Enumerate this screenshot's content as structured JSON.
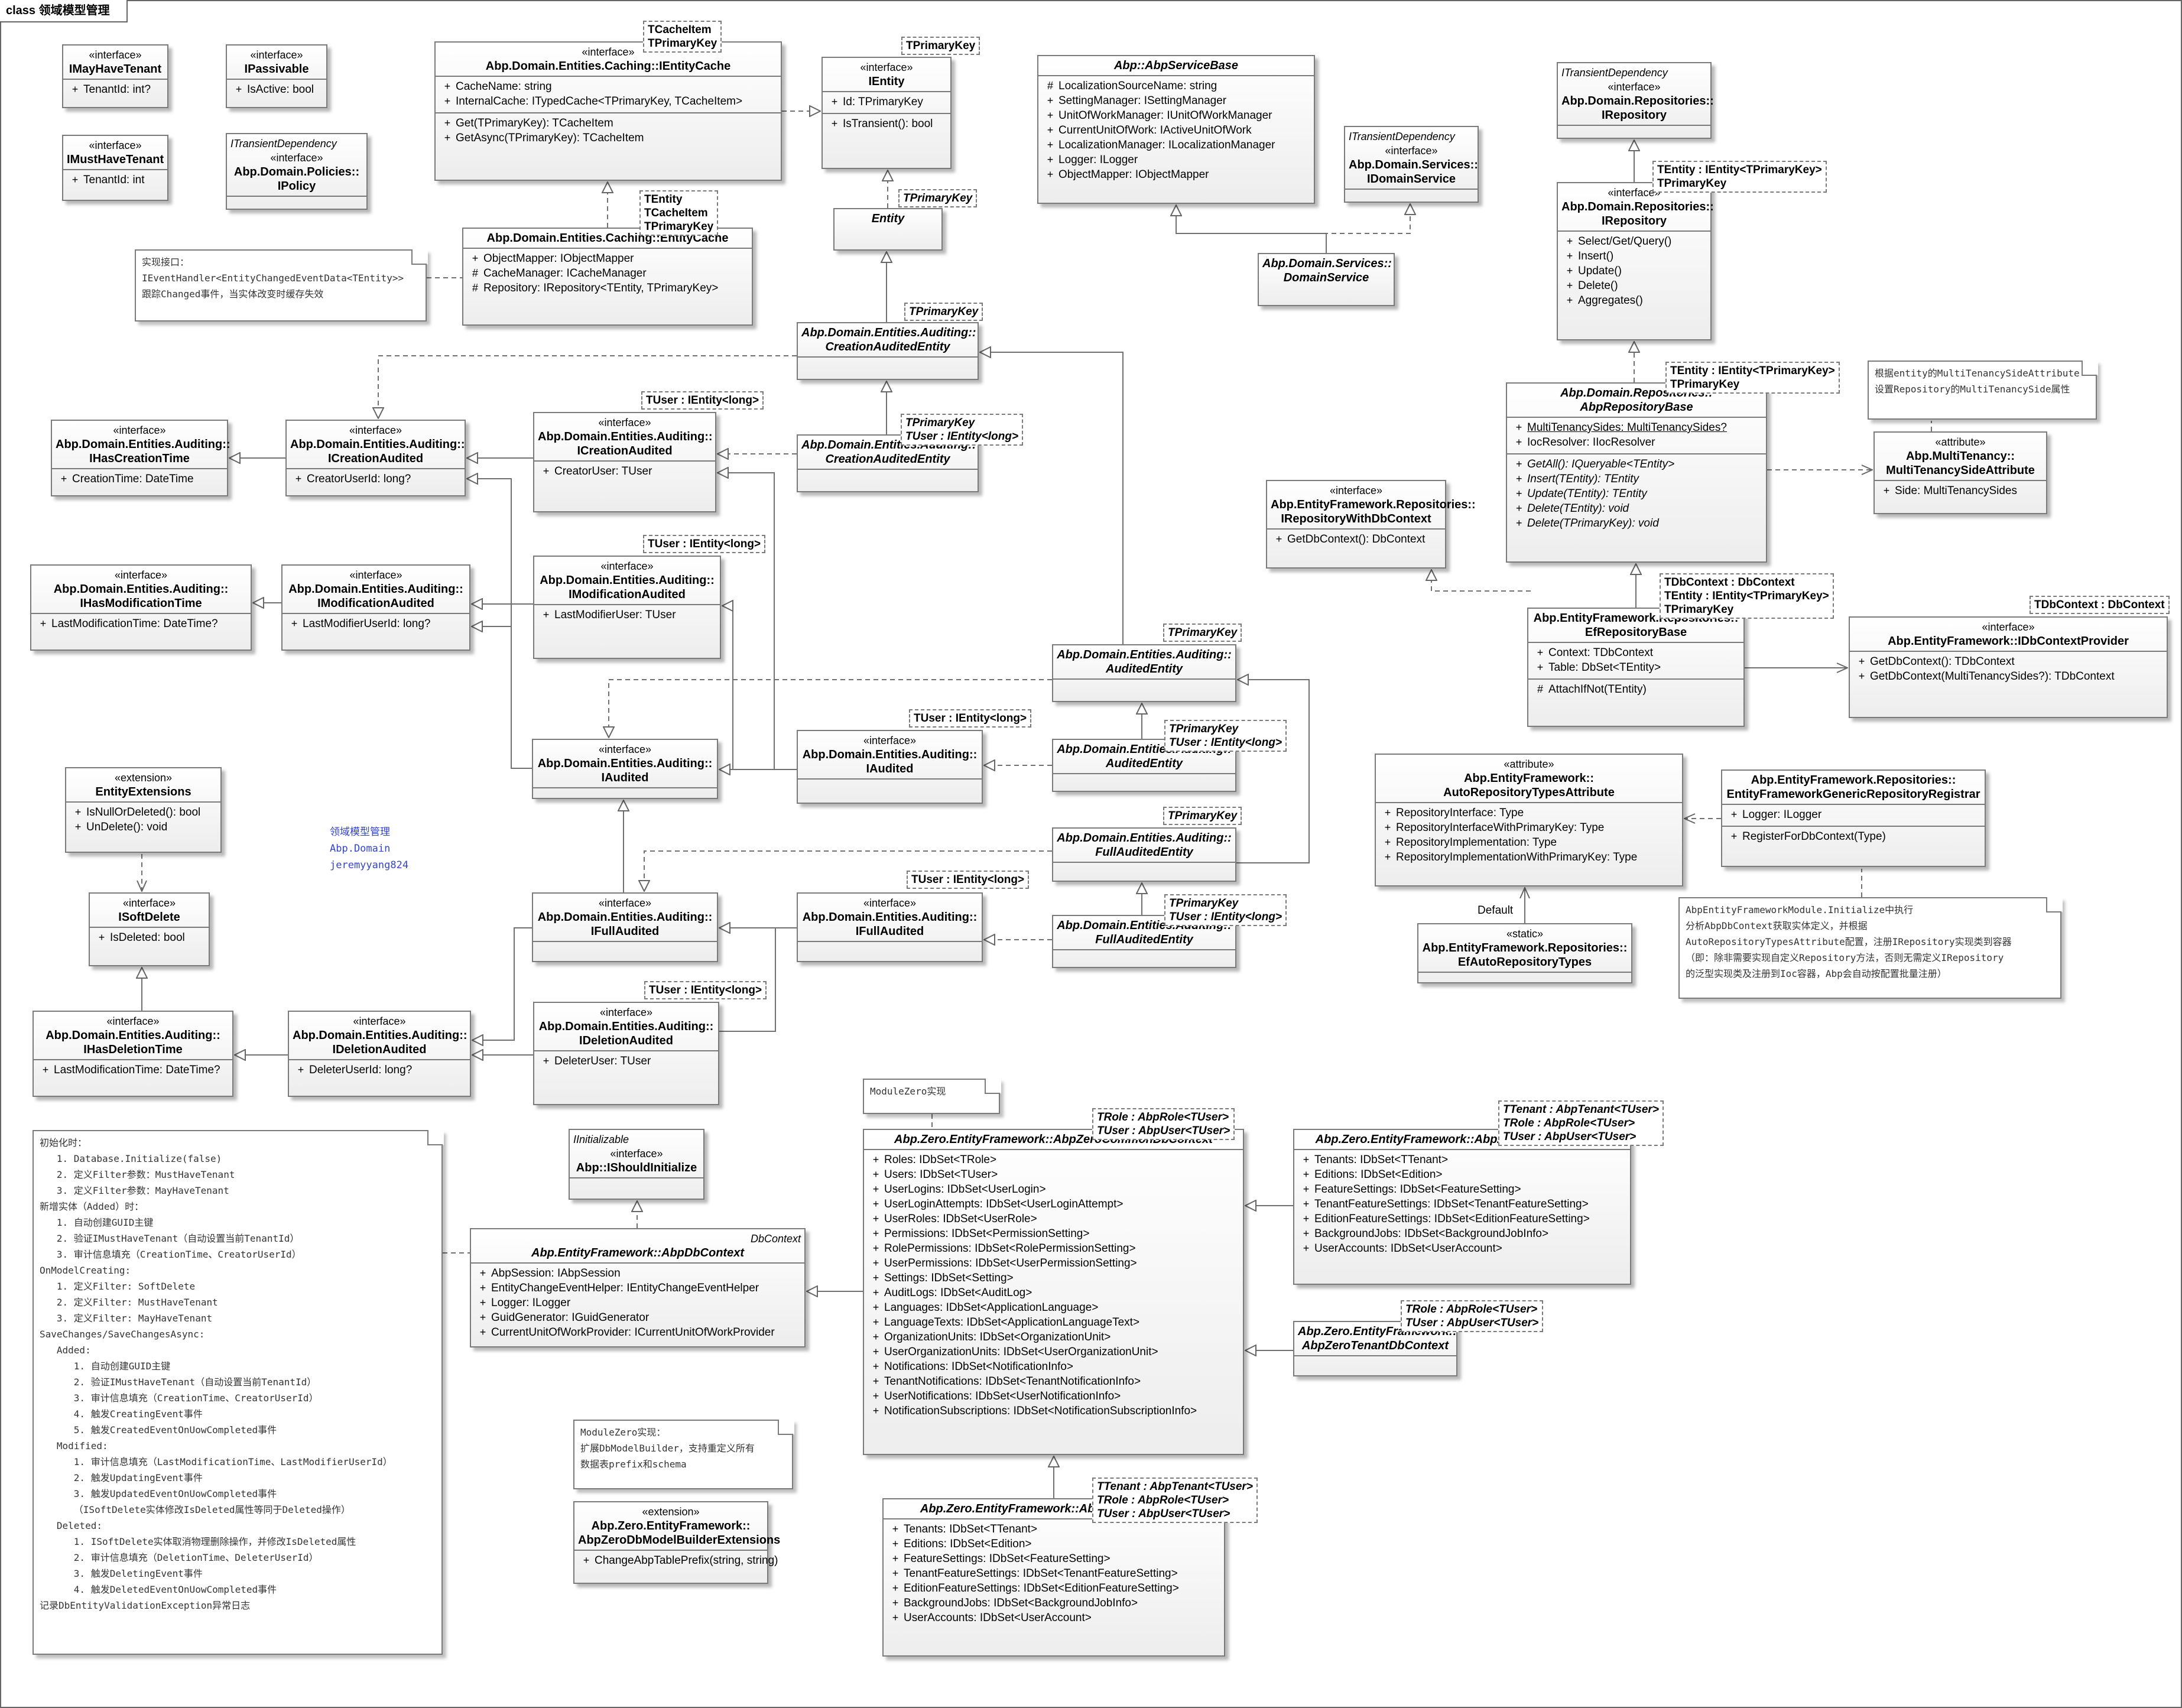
{
  "frame": {
    "title": "class 领域模型管理"
  },
  "classes": {
    "imayhavetenant": {
      "st": "«interface»",
      "nm": "IMayHaveTenant",
      "members": [
        {
          "v": "+",
          "t": "TenantId: int?"
        }
      ]
    },
    "ipassivable": {
      "st": "«interface»",
      "nm": "IPassivable",
      "members": [
        {
          "v": "+",
          "t": "IsActive: bool"
        }
      ]
    },
    "imusthavetenant": {
      "st": "«interface»",
      "nm": "IMustHaveTenant",
      "members": [
        {
          "v": "+",
          "t": "TenantId: int"
        }
      ]
    },
    "ipolicy": {
      "pre": "ITransientDependency",
      "st": "«interface»",
      "nm": "Abp.Domain.Policies::\nIPolicy",
      "members": []
    },
    "ientitycache": {
      "st": "«interface»",
      "nm": "Abp.Domain.Entities.Caching::IEntityCache",
      "members": [
        {
          "v": "+",
          "t": "CacheName: string"
        },
        {
          "v": "+",
          "t": "InternalCache: ITypedCache<TPrimaryKey, TCacheItem>"
        }
      ],
      "members2": [
        {
          "v": "+",
          "t": "Get(TPrimaryKey): TCacheItem"
        },
        {
          "v": "+",
          "t": "GetAsync(TPrimaryKey): TCacheItem"
        }
      ]
    },
    "ientity": {
      "st": "«interface»",
      "nm": "IEntity",
      "members": [
        {
          "v": "+",
          "t": "Id: TPrimaryKey"
        }
      ],
      "members2": [
        {
          "v": "+",
          "t": "IsTransient(): bool"
        }
      ]
    },
    "abpservicebase": {
      "nm": "Abp::AbpServiceBase",
      "members": [
        {
          "v": "#",
          "t": "LocalizationSourceName: string"
        },
        {
          "v": "+",
          "t": "SettingManager: ISettingManager"
        },
        {
          "v": "+",
          "t": "UnitOfWorkManager: IUnitOfWorkManager"
        },
        {
          "v": "+",
          "t": "CurrentUnitOfWork: IActiveUnitOfWork"
        },
        {
          "v": "+",
          "t": "LocalizationManager: ILocalizationManager"
        },
        {
          "v": "+",
          "t": "Logger: ILogger"
        },
        {
          "v": "+",
          "t": "ObjectMapper: IObjectMapper"
        }
      ]
    },
    "idomainservice": {
      "pre": "ITransientDependency",
      "st": "«interface»",
      "nm": "Abp.Domain.Services::\nIDomainService",
      "members": []
    },
    "irepository1": {
      "pre": "ITransientDependency",
      "st": "«interface»",
      "nm": "Abp.Domain.Repositories::\nIRepository",
      "members": []
    },
    "entity": {
      "nm": "Entity",
      "members": []
    },
    "entitycache": {
      "nm": "Abp.Domain.Entities.Caching::EntityCache",
      "members": [
        {
          "v": "+",
          "t": "ObjectMapper: IObjectMapper"
        },
        {
          "v": "#",
          "t": "CacheManager: ICacheManager"
        },
        {
          "v": "#",
          "t": "Repository: IRepository<TEntity, TPrimaryKey>"
        }
      ]
    },
    "domainservice": {
      "nm": "Abp.Domain.Services::\nDomainService",
      "members": []
    },
    "irepository2": {
      "st": "«interface»",
      "nm": "Abp.Domain.Repositories::\nIRepository",
      "members": [
        {
          "v": "+",
          "t": "Select/Get/Query()"
        },
        {
          "v": "+",
          "t": "Insert()"
        },
        {
          "v": "+",
          "t": "Update()"
        },
        {
          "v": "+",
          "t": "Delete()"
        },
        {
          "v": "+",
          "t": "Aggregates()"
        }
      ]
    },
    "creationauditedentity1": {
      "nm": "Abp.Domain.Entities.Auditing::\nCreationAuditedEntity",
      "members": []
    },
    "ihascreationtime": {
      "st": "«interface»",
      "nm": "Abp.Domain.Entities.Auditing::\nIHasCreationTime",
      "members": [
        {
          "v": "+",
          "t": "CreationTime: DateTime"
        }
      ]
    },
    "icreationaudited1": {
      "st": "«interface»",
      "nm": "Abp.Domain.Entities.Auditing::\nICreationAudited",
      "members": [
        {
          "v": "+",
          "t": "CreatorUserId: long?"
        }
      ]
    },
    "icreationaudited2": {
      "st": "«interface»",
      "nm": "Abp.Domain.Entities.Auditing::\nICreationAudited",
      "members": [
        {
          "v": "+",
          "t": "CreatorUser: TUser"
        }
      ]
    },
    "creationauditedentity2": {
      "nm": "Abp.Domain.Entities.Auditing::\nCreationAuditedEntity",
      "members": []
    },
    "abprepositorybase": {
      "nm": "Abp.Domain.Repositories::\nAbpRepositoryBase",
      "members": [
        {
          "v": "+",
          "t": "MultiTenancySides: MultiTenancySides?",
          "ul": true
        },
        {
          "v": "+",
          "t": "IocResolver: IIocResolver"
        }
      ],
      "members2": [
        {
          "v": "+",
          "t": "GetAll(): IQueryable<TEntity>"
        },
        {
          "v": "+",
          "t": "Insert(TEntity): TEntity"
        },
        {
          "v": "+",
          "t": "Update(TEntity): TEntity"
        },
        {
          "v": "+",
          "t": "Delete(TEntity): void"
        },
        {
          "v": "+",
          "t": "Delete(TPrimaryKey): void"
        }
      ]
    },
    "multitenancyside": {
      "st": "«attribute»",
      "nm": "Abp.MultiTenancy::\nMultiTenancySideAttribute",
      "members": [
        {
          "v": "+",
          "t": "Side: MultiTenancySides"
        }
      ]
    },
    "irepowithdbcontext": {
      "st": "«interface»",
      "nm": "Abp.EntityFramework.Repositories::\nIRepositoryWithDbContext",
      "members": [
        {
          "v": "+",
          "t": "GetDbContext(): DbContext"
        }
      ]
    },
    "ihasmodificationtime": {
      "st": "«interface»",
      "nm": "Abp.Domain.Entities.Auditing::\nIHasModificationTime",
      "members": [
        {
          "v": "+",
          "t": "LastModificationTime: DateTime?"
        }
      ]
    },
    "imodificationaudited1": {
      "st": "«interface»",
      "nm": "Abp.Domain.Entities.Auditing::\nIModificationAudited",
      "members": [
        {
          "v": "+",
          "t": "LastModifierUserId: long?"
        }
      ]
    },
    "imodificationaudited2": {
      "st": "«interface»",
      "nm": "Abp.Domain.Entities.Auditing::\nIModificationAudited",
      "members": [
        {
          "v": "+",
          "t": "LastModifierUser: TUser"
        }
      ]
    },
    "efrepositorybase": {
      "nm": "Abp.EntityFramework.Repositories::\nEfRepositoryBase",
      "members": [
        {
          "v": "+",
          "t": "Context: TDbContext"
        },
        {
          "v": "+",
          "t": "Table: DbSet<TEntity>"
        }
      ],
      "members2": [
        {
          "v": "#",
          "t": "AttachIfNot(TEntity)"
        }
      ]
    },
    "idbcontextprovider": {
      "st": "«interface»",
      "nm": "Abp.EntityFramework::IDbContextProvider",
      "members": [
        {
          "v": "+",
          "t": "GetDbContext(): TDbContext"
        },
        {
          "v": "+",
          "t": "GetDbContext(MultiTenancySides?): TDbContext"
        }
      ]
    },
    "auditedentity1": {
      "nm": "Abp.Domain.Entities.Auditing::\nAuditedEntity",
      "members": []
    },
    "iaudited1": {
      "st": "«interface»",
      "nm": "Abp.Domain.Entities.Auditing::\nIAudited",
      "members": []
    },
    "iaudited2": {
      "st": "«interface»",
      "nm": "Abp.Domain.Entities.Auditing::\nIAudited",
      "members": []
    },
    "auditedentity2": {
      "nm": "Abp.Domain.Entities.Auditing::\nAuditedEntity",
      "members": []
    },
    "entityextensions": {
      "st": "«extension»",
      "nm": "EntityExtensions",
      "members": [
        {
          "v": "+",
          "t": "IsNullOrDeleted(): bool"
        },
        {
          "v": "+",
          "t": "UnDelete(): void"
        }
      ]
    },
    "autorepotypes": {
      "st": "«attribute»",
      "nm": "Abp.EntityFramework::\nAutoRepositoryTypesAttribute",
      "members": [
        {
          "v": "+",
          "t": "RepositoryInterface: Type"
        },
        {
          "v": "+",
          "t": "RepositoryInterfaceWithPrimaryKey: Type"
        },
        {
          "v": "+",
          "t": "RepositoryImplementation: Type"
        },
        {
          "v": "+",
          "t": "RepositoryImplementationWithPrimaryKey: Type"
        }
      ]
    },
    "genericregistrar": {
      "nm": "Abp.EntityFramework.Repositories::\nEntityFrameworkGenericRepositoryRegistrar",
      "members": [
        {
          "v": "+",
          "t": "Logger: ILogger"
        }
      ],
      "members2": [
        {
          "v": "+",
          "t": "RegisterForDbContext(Type)"
        }
      ]
    },
    "fullauditedentity1": {
      "nm": "Abp.Domain.Entities.Auditing::\nFullAuditedEntity",
      "members": []
    },
    "isoftdelete": {
      "st": "«interface»",
      "nm": "ISoftDelete",
      "members": [
        {
          "v": "+",
          "t": "IsDeleted: bool"
        }
      ]
    },
    "ifullaudited1": {
      "st": "«interface»",
      "nm": "Abp.Domain.Entities.Auditing::\nIFullAudited",
      "members": []
    },
    "ifullaudited2": {
      "st": "«interface»",
      "nm": "Abp.Domain.Entities.Auditing::\nIFullAudited",
      "members": []
    },
    "fullauditedentity2": {
      "nm": "Abp.Domain.Entities.Auditing::\nFullAuditedEntity",
      "members": []
    },
    "efautorepotypes": {
      "st": "«static»",
      "nm": "Abp.EntityFramework.Repositories::\nEfAutoRepositoryTypes",
      "members": []
    },
    "ihasdeletiontime": {
      "st": "«interface»",
      "nm": "Abp.Domain.Entities.Auditing::\nIHasDeletionTime",
      "members": [
        {
          "v": "+",
          "t": "LastModificationTime: DateTime?"
        }
      ]
    },
    "ideletionaudited1": {
      "st": "«interface»",
      "nm": "Abp.Domain.Entities.Auditing::\nIDeletionAudited",
      "members": [
        {
          "v": "+",
          "t": "DeleterUserId: long?"
        }
      ]
    },
    "ideletionaudited2": {
      "st": "«interface»",
      "nm": "Abp.Domain.Entities.Auditing::\nIDeletionAudited",
      "members": [
        {
          "v": "+",
          "t": "DeleterUser: TUser"
        }
      ]
    },
    "ishouldinitialize": {
      "pre": "IInitializable",
      "st": "«interface»",
      "nm": "Abp::IShouldInitialize",
      "members": []
    },
    "abpdbcontext": {
      "pre": "DbContext",
      "nm": "Abp.EntityFramework::AbpDbContext",
      "members": [
        {
          "v": "+",
          "t": "AbpSession: IAbpSession"
        },
        {
          "v": "+",
          "t": "EntityChangeEventHelper: IEntityChangeEventHelper"
        },
        {
          "v": "+",
          "t": "Logger: ILogger"
        },
        {
          "v": "+",
          "t": "GuidGenerator: IGuidGenerator"
        },
        {
          "v": "+",
          "t": "CurrentUnitOfWorkProvider: ICurrentUnitOfWorkProvider"
        }
      ]
    },
    "abpzerocommon": {
      "nm": "Abp.Zero.EntityFramework::AbpZeroCommonDbContext",
      "members": [
        {
          "v": "+",
          "t": "Roles: IDbSet<TRole>"
        },
        {
          "v": "+",
          "t": "Users: IDbSet<TUser>"
        },
        {
          "v": "+",
          "t": "UserLogins: IDbSet<UserLogin>"
        },
        {
          "v": "+",
          "t": "UserLoginAttempts: IDbSet<UserLoginAttempt>"
        },
        {
          "v": "+",
          "t": "UserRoles: IDbSet<UserRole>"
        },
        {
          "v": "+",
          "t": "Permissions: IDbSet<PermissionSetting>"
        },
        {
          "v": "+",
          "t": "RolePermissions: IDbSet<RolePermissionSetting>"
        },
        {
          "v": "+",
          "t": "UserPermissions: IDbSet<UserPermissionSetting>"
        },
        {
          "v": "+",
          "t": "Settings: IDbSet<Setting>"
        },
        {
          "v": "+",
          "t": "AuditLogs: IDbSet<AuditLog>"
        },
        {
          "v": "+",
          "t": "Languages: IDbSet<ApplicationLanguage>"
        },
        {
          "v": "+",
          "t": "LanguageTexts: IDbSet<ApplicationLanguageText>"
        },
        {
          "v": "+",
          "t": "OrganizationUnits: IDbSet<OrganizationUnit>"
        },
        {
          "v": "+",
          "t": "UserOrganizationUnits: IDbSet<UserOrganizationUnit>"
        },
        {
          "v": "+",
          "t": "Notifications: IDbSet<NotificationInfo>"
        },
        {
          "v": "+",
          "t": "TenantNotifications: IDbSet<TenantNotificationInfo>"
        },
        {
          "v": "+",
          "t": "UserNotifications: IDbSet<UserNotificationInfo>"
        },
        {
          "v": "+",
          "t": "NotificationSubscriptions: IDbSet<NotificationSubscriptionInfo>"
        }
      ]
    },
    "abpzerohost": {
      "nm": "Abp.Zero.EntityFramework::AbpZeroHostDbContext",
      "members": [
        {
          "v": "+",
          "t": "Tenants: IDbSet<TTenant>"
        },
        {
          "v": "+",
          "t": "Editions: IDbSet<Edition>"
        },
        {
          "v": "+",
          "t": "FeatureSettings: IDbSet<FeatureSetting>"
        },
        {
          "v": "+",
          "t": "TenantFeatureSettings: IDbSet<TenantFeatureSetting>"
        },
        {
          "v": "+",
          "t": "EditionFeatureSettings: IDbSet<EditionFeatureSetting>"
        },
        {
          "v": "+",
          "t": "BackgroundJobs: IDbSet<BackgroundJobInfo>"
        },
        {
          "v": "+",
          "t": "UserAccounts: IDbSet<UserAccount>"
        }
      ]
    },
    "abpzerotenant": {
      "nm": "Abp.Zero.EntityFramework::\nAbpZeroTenantDbContext",
      "members": []
    },
    "abpzerodbmodel": {
      "st": "«extension»",
      "nm": "Abp.Zero.EntityFramework::\nAbpZeroDbModelBuilderExtensions",
      "members": [
        {
          "v": "+",
          "t": "ChangeAbpTablePrefix(string, string)"
        }
      ]
    },
    "abpzerodbcontext": {
      "nm": "Abp.Zero.EntityFramework::AbpZeroDbContext",
      "members": [
        {
          "v": "+",
          "t": "Tenants: IDbSet<TTenant>"
        },
        {
          "v": "+",
          "t": "Editions: IDbSet<Edition>"
        },
        {
          "v": "+",
          "t": "FeatureSettings: IDbSet<FeatureSetting>"
        },
        {
          "v": "+",
          "t": "TenantFeatureSettings: IDbSet<TenantFeatureSetting>"
        },
        {
          "v": "+",
          "t": "EditionFeatureSettings: IDbSet<EditionFeatureSetting>"
        },
        {
          "v": "+",
          "t": "BackgroundJobs: IDbSet<BackgroundJobInfo>"
        },
        {
          "v": "+",
          "t": "UserAccounts: IDbSet<UserAccount>"
        }
      ]
    }
  },
  "templateParams": {
    "ientitycache": [
      "TCacheItem",
      "TPrimaryKey"
    ],
    "ientity": [
      "TPrimaryKey"
    ],
    "entity": [
      "TPrimaryKey"
    ],
    "entitycache": [
      "TEntity",
      "TCacheItem",
      "TPrimaryKey"
    ],
    "irepository2": [
      "TEntity : IEntity<TPrimaryKey>",
      "TPrimaryKey"
    ],
    "creationauditedentity1": [
      "TPrimaryKey"
    ],
    "creationauditedentity2": [
      "TPrimaryKey",
      "TUser : IEntity<long>"
    ],
    "icreationaudited2": [
      "TUser : IEntity<long>"
    ],
    "abprepositorybase": [
      "TEntity : IEntity<TPrimaryKey>",
      "TPrimaryKey"
    ],
    "imodificationaudited2": [
      "TUser : IEntity<long>"
    ],
    "efrepositorybase": [
      "TDbContext : DbContext",
      "TEntity : IEntity<TPrimaryKey>",
      "TPrimaryKey"
    ],
    "idbcontextprovider": [
      "TDbContext : DbContext"
    ],
    "auditedentity1": [
      "TPrimaryKey"
    ],
    "iaudited2": [
      "TUser : IEntity<long>"
    ],
    "auditedentity2": [
      "TPrimaryKey",
      "TUser : IEntity<long>"
    ],
    "fullauditedentity1": [
      "TPrimaryKey"
    ],
    "ifullaudited2": [
      "TUser : IEntity<long>"
    ],
    "fullauditedentity2": [
      "TPrimaryKey",
      "TUser : IEntity<long>"
    ],
    "ideletionaudited2": [
      "TUser : IEntity<long>"
    ],
    "abpzerocommon": [
      "TRole : AbpRole<TUser>",
      "TUser : AbpUser<TUser>"
    ],
    "abpzerohost": [
      "TTenant : AbpTenant<TUser>",
      "TRole : AbpRole<TUser>",
      "TUser : AbpUser<TUser>"
    ],
    "abpzerotenant": [
      "TRole : AbpRole<TUser>",
      "TUser : AbpUser<TUser>"
    ],
    "abpzerodbcontext": [
      "TTenant : AbpTenant<TUser>",
      "TRole : AbpRole<TUser>",
      "TUser : AbpUser<TUser>"
    ]
  },
  "notes": {
    "cache": [
      "实现接口：",
      "IEventHandler<EntityChangedEventData<TEntity>>",
      "跟踪Changed事件，当实体改变时缓存失效"
    ],
    "multitenancy": [
      "根据entity的MultiTenancySideAttribute",
      "设置Repository的MultiTenancySide属性"
    ],
    "moduleinit": [
      "AbpEntityFrameworkModule.Initialize中执行",
      "分析AbpDbContext获取实体定义，并根据",
      "AutoRepositoryTypesAttribute配置，注册IRepository实现类到容器",
      "（即：除非需要实现自定义Repository方法，否则无需定义IRepository",
      "的泛型实现类及注册到Ioc容器，Abp会自动按配置批量注册）"
    ],
    "modulezero": [
      "ModuleZero实现"
    ],
    "modulezero2": [
      "ModuleZero实现：",
      "扩展DbModelBuilder，支持重定义所有",
      "数据表prefix和schema"
    ],
    "dbcontext": [
      "初始化时：",
      "   1. Database.Initialize(false)",
      "   2. 定义Filter参数：MustHaveTenant",
      "   3. 定义Filter参数：MayHaveTenant",
      "新增实体（Added）时：",
      "   1. 自动创建GUID主键",
      "   2. 验证IMustHaveTenant（自动设置当前TenantId）",
      "   3. 审计信息填充（CreationTime、CreatorUserId）",
      "OnModelCreating:",
      "   1. 定义Filter: SoftDelete",
      "   2. 定义Filter: MustHaveTenant",
      "   3. 定义Filter: MayHaveTenant",
      "SaveChanges/SaveChangesAsync:",
      "   Added:",
      "      1. 自动创建GUID主键",
      "      2. 验证IMustHaveTenant（自动设置当前TenantId）",
      "      3. 审计信息填充（CreationTime、CreatorUserId）",
      "      4. 触发CreatingEvent事件",
      "      5. 触发CreatedEventOnUowCompleted事件",
      "   Modified:",
      "      1. 审计信息填充（LastModificationTime、LastModifierUserId）",
      "      2. 触发UpdatingEvent事件",
      "      3. 触发UpdatedEventOnUowCompleted事件",
      "      （ISoftDelete实体修改IsDeleted属性等同于Deleted操作）",
      "   Deleted:",
      "      1. ISoftDelete实体取消物理删除操作，并修改IsDeleted属性",
      "      2. 审计信息填充（DeletionTime、DeleterUserId）",
      "      3. 触发DeletingEvent事件",
      "      4. 触发DeletedEventOnUowCompleted事件",
      "记录DbEntityValidationException异常日志"
    ]
  },
  "freeText": {
    "lines": [
      "领域模型管理",
      "Abp.Domain",
      "jeremyyang824"
    ]
  },
  "edgeLabels": {
    "default": "Default"
  }
}
